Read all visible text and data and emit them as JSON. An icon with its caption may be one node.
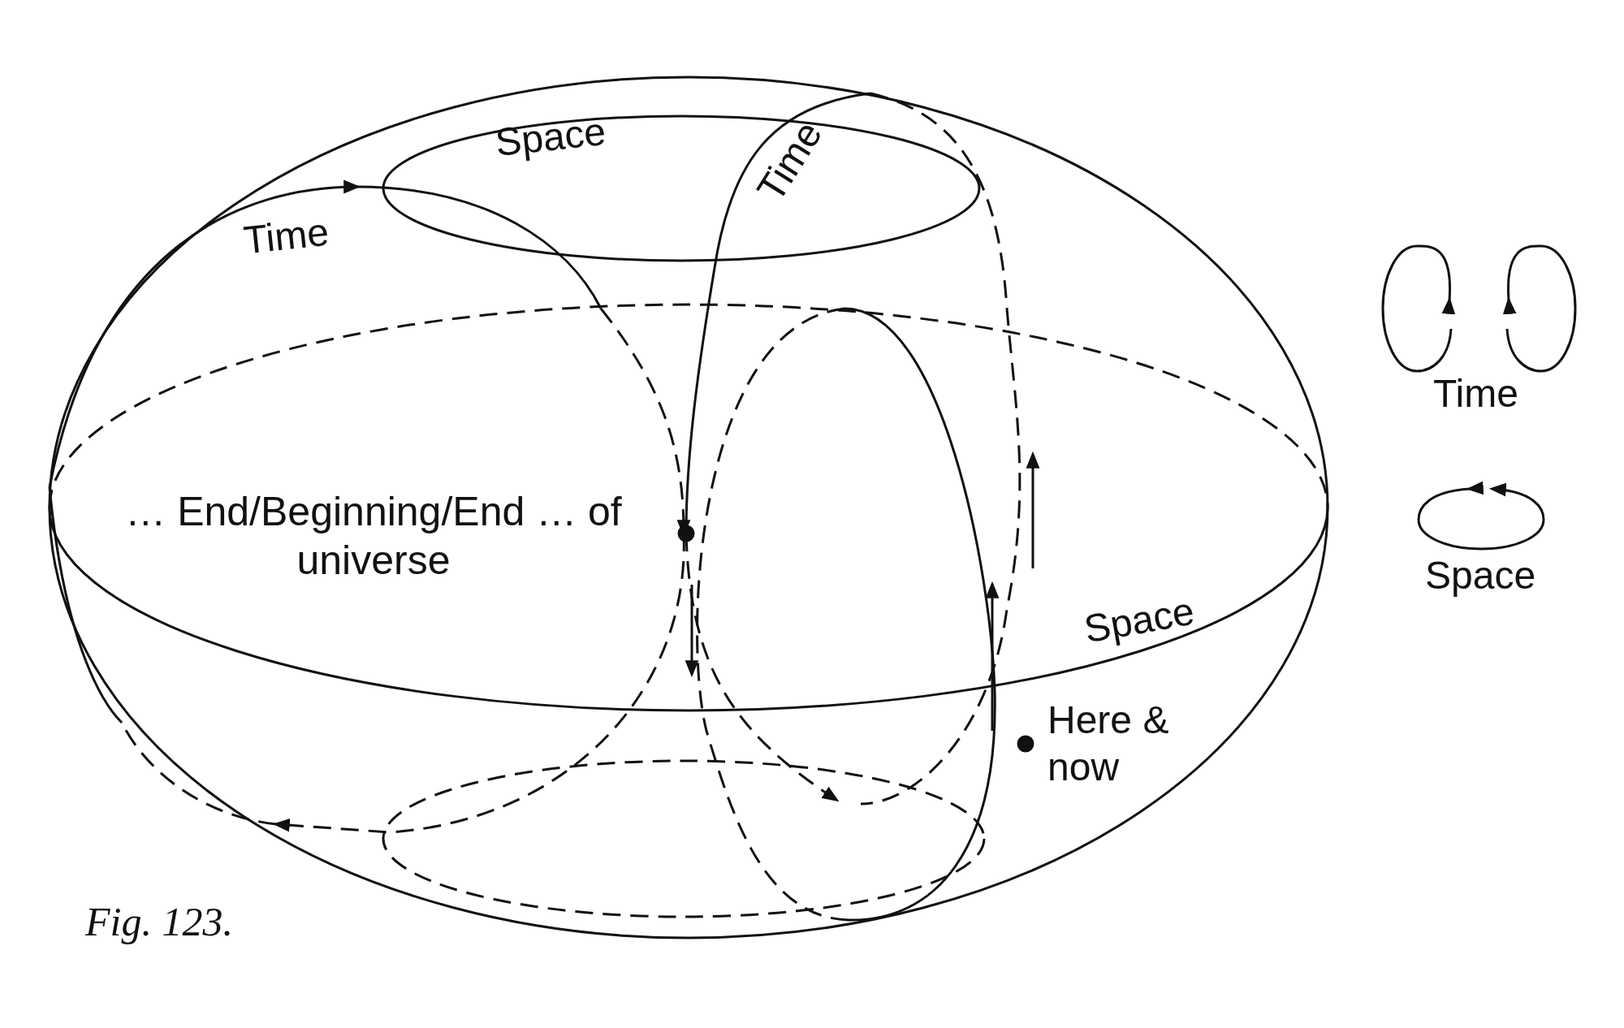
{
  "diagram": {
    "caption": "Fig. 123.",
    "labels": [
      "Space",
      "Time",
      "Time",
      "… End/Beginning/End … of universe",
      "Space",
      "Here & now"
    ],
    "legend": [
      {
        "text": "Time"
      },
      {
        "text": "Space"
      }
    ]
  }
}
